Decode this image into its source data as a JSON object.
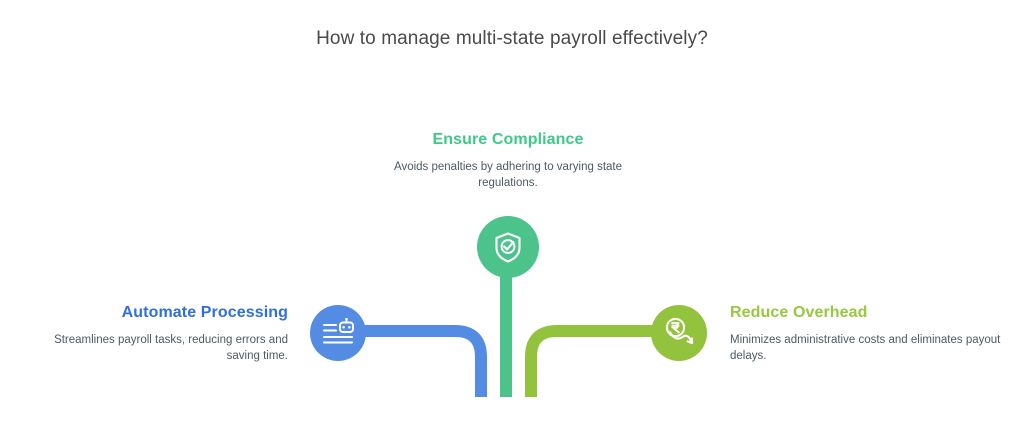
{
  "title": "How to manage multi-state payroll effectively?",
  "background_color": "#ffffff",
  "blocks": {
    "compliance": {
      "heading": "Ensure Compliance",
      "description": "Avoids penalties by adhering to varying state regulations.",
      "color": "#3ec98a",
      "icon": "shield-check-icon"
    },
    "automate": {
      "heading": "Automate Processing",
      "description": "Streamlines payroll tasks, reducing errors and saving time.",
      "color": "#2f6fe0",
      "icon": "robot-document-icon"
    },
    "overhead": {
      "heading": "Reduce Overhead",
      "description": "Minimizes administrative costs and eliminates payout delays.",
      "color": "#96c93d",
      "icon": "rupee-down-arrow-icon"
    }
  },
  "connector_colors": {
    "automate_line": "#548ce4",
    "compliance_line": "#4cc38a",
    "overhead_line": "#93c23c"
  }
}
